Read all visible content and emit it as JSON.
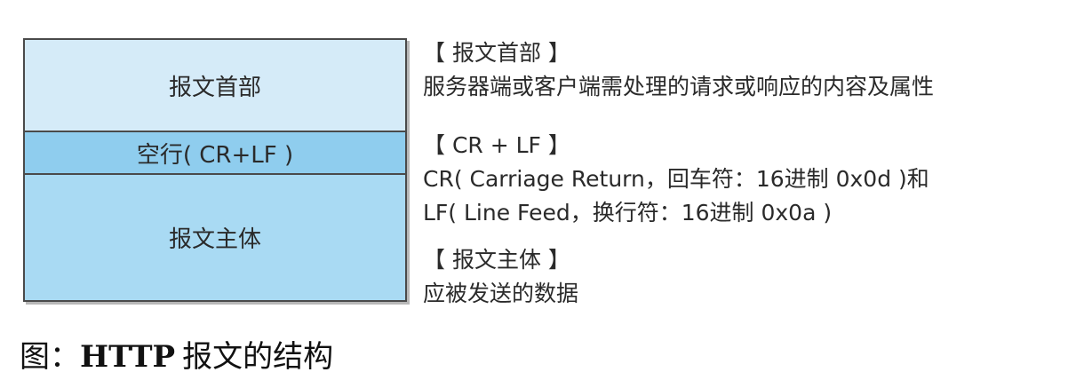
{
  "diagram": {
    "blocks": {
      "header": "报文首部",
      "blank_line": "空行( CR+LF )",
      "body": "报文主体"
    }
  },
  "descriptions": {
    "header": {
      "title": "【 报文首部 】",
      "text": "服务器端或客户端需处理的请求或响应的内容及属性"
    },
    "crlf": {
      "title": "【 CR + LF 】",
      "line1": "CR( Carriage Return，回车符：16进制 0x0d )和",
      "line2": "LF( Line Feed，换行符：16进制 0x0a )"
    },
    "body": {
      "title": "【 报文主体 】",
      "text": "应被发送的数据"
    }
  },
  "caption": {
    "prefix": "图：",
    "bold": "HTTP",
    "suffix": "报文的结构"
  },
  "colors": {
    "header_fill": "#d5ebf8",
    "blank_line_fill": "#8fcdee",
    "body_fill": "#a9daf3",
    "border": "#4a4a4a"
  }
}
